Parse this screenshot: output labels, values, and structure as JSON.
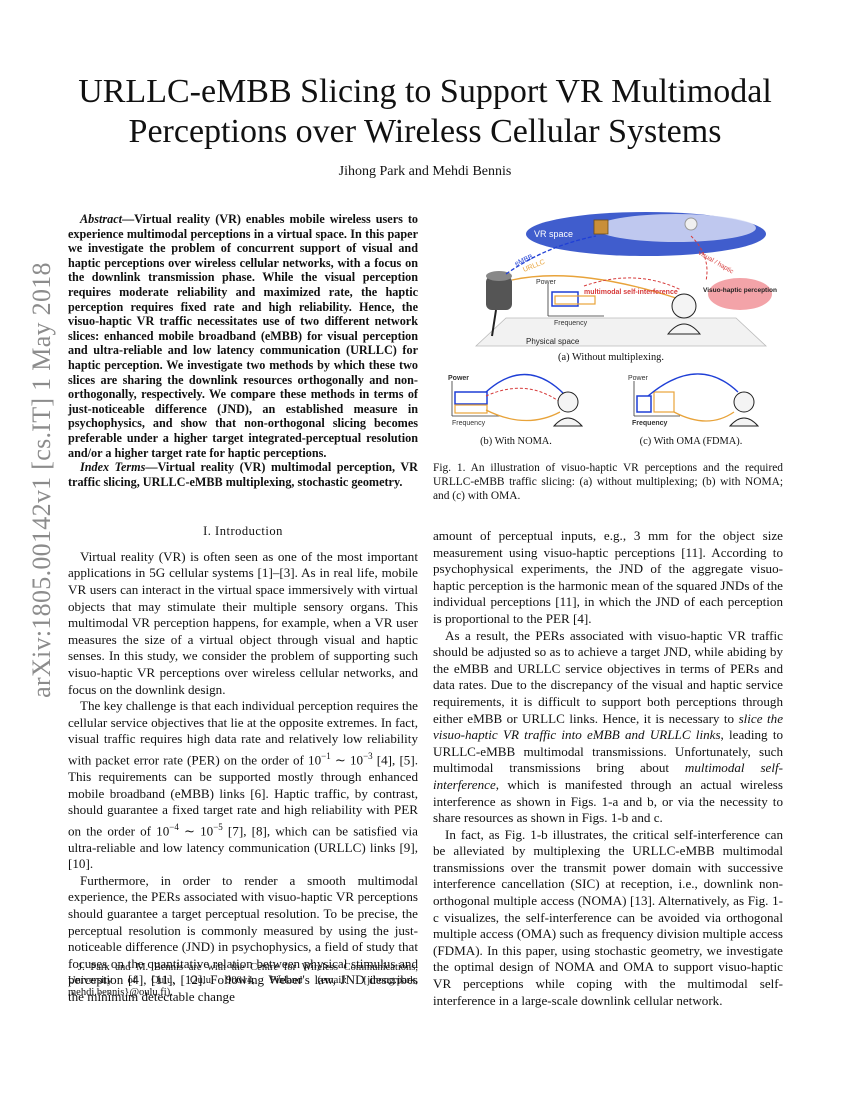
{
  "arxiv_id": "arXiv:1805.00142v1  [cs.IT]  1 May 2018",
  "title": "URLLC-eMBB Slicing to Support VR Multimodal Perceptions over Wireless Cellular Systems",
  "authors": "Jihong Park and Mehdi Bennis",
  "abstract": {
    "label": "Abstract",
    "text": "—Virtual reality (VR) enables mobile wireless users to experience multimodal perceptions in a virtual space. In this paper we investigate the problem of concurrent support of visual and haptic perceptions over wireless cellular networks, with a focus on the downlink transmission phase. While the visual perception requires moderate reliability and maximized rate, the haptic perception requires fixed rate and high reliability. Hence, the visuo-haptic VR traffic necessitates use of two different network slices: enhanced mobile broadband (eMBB) for visual perception and ultra-reliable and low latency communication (URLLC) for haptic perception. We investigate two methods by which these two slices are sharing the downlink resources orthogonally and non-orthogonally, respectively. We compare these methods in terms of just-noticeable difference (JND), an established measure in psychophysics, and show that non-orthogonal slicing becomes preferable under a higher target integrated-perceptual resolution and/or a higher target rate for haptic perceptions."
  },
  "index_terms": {
    "label": "Index Terms",
    "text": "—Virtual reality (VR) multimodal perception, VR traffic slicing, URLLC-eMBB multiplexing, stochastic geometry."
  },
  "section1": {
    "heading": "I. Introduction",
    "p1": "Virtual reality (VR) is often seen as one of the most important applications in 5G cellular systems [1]–[3]. As in real life, mobile VR users can interact in the virtual space immersively with virtual objects that may stimulate their multiple sensory organs. This multimodal VR perception happens, for example, when a VR user measures the size of a virtual object through visual and haptic senses. In this study, we consider the problem of supporting such visuo-haptic VR perceptions over wireless cellular networks, and focus on the downlink design.",
    "p2a": "The key challenge is that each individual perception requires the cellular service objectives that lie at the opposite extremes. In fact, visual traffic requires high data rate and relatively low reliability with packet error rate (PER) on the order of 10",
    "p2_exp1": "−1",
    "p2_sim1": " ∼ 10",
    "p2_exp2": "−3",
    "p2b": " [4], [5]. This requirements can be supported mostly through enhanced mobile broadband (eMBB) links [6]. Haptic traffic, by contrast, should guarantee a fixed target rate and high reliability with PER on the order of 10",
    "p2_exp3": "−4",
    "p2_sim2": " ∼ 10",
    "p2_exp4": "−5",
    "p2c": " [7], [8], which can be satisfied via ultra-reliable and low latency communication (URLLC) links [9], [10].",
    "p3": "Furthermore, in order to render a smooth multimodal experience, the PERs associated with visuo-haptic VR perceptions should guarantee a target perceptual resolution. To be precise, the perceptual resolution is commonly measured by using the just-noticeable difference (JND) in psychophysics, a field of study that focuses on the quantitative relation between physical stimulus and perception [4], [11], [12]. Following Weber's law, JND describes the minimum detectable change"
  },
  "footnote": "J. Park and M. Bennis are with the Centre for Wireless Communications, University of Oulu, Oulu 90014, Finland (email: {jihong.park, mehdi.bennis}@oulu.fi).",
  "right": {
    "p1": "amount of perceptual inputs, e.g., 3 mm for the object size measurement using visuo-haptic perceptions [11]. According to psychophysical experiments, the JND of the aggregate visuo-haptic perception is the harmonic mean of the squared JNDs of the individual perceptions [11], in which the JND of each perception is proportional to the PER [4].",
    "p2a": "As a result, the PERs associated with visuo-haptic VR traffic should be adjusted so as to achieve a target JND, while abiding by the eMBB and URLLC service objectives in terms of PERs and data rates. Due to the discrepancy of the visual and haptic service requirements, it is difficult to support both perceptions through either eMBB or URLLC links. Hence, it is necessary to ",
    "p2_em1": "slice the visuo-haptic VR traffic into eMBB and URLLC links",
    "p2b": ", leading to URLLC-eMBB multimodal transmissions. Unfortunately, such multimodal transmissions bring about ",
    "p2_em2": "multimodal self-interference",
    "p2c": ", which is manifested through an actual wireless interference as shown in Figs. 1-a and b, or via the necessity to share resources as shown in Figs. 1-b and c.",
    "p3": "In fact, as Fig. 1-b illustrates, the critical self-interference can be alleviated by multiplexing the URLLC-eMBB multimodal transmissions over the transmit power domain with successive interference cancellation (SIC) at reception, i.e., downlink non-orthogonal multiple access (NOMA) [13]. Alternatively, as Fig. 1-c visualizes, the self-interference can be avoided via orthogonal multiple access (OMA) such as frequency division multiple access (FDMA). In this paper, using stochastic geometry, we investigate the optimal design of NOMA and OMA to support visuo-haptic VR perceptions while coping with the multimodal self-interference in a large-scale downlink cellular network."
  },
  "figure": {
    "vr_space": "VR space",
    "embb": "eMBB",
    "urllc": "URLLC",
    "visual_haptic": "visual / haptic",
    "power": "Power",
    "frequency": "Frequency",
    "self_interference": "multimodal self-interference",
    "visuo_haptic_perception": "Visuo-haptic perception",
    "physical_space": "Physical space",
    "sub_a": "(a) Without multiplexing.",
    "sub_b": "(b) With NOMA.",
    "sub_c": "(c) With OMA (FDMA).",
    "colors": {
      "embb": "#1f3fd6",
      "urllc": "#e8a33a",
      "interference": "#d63a3a",
      "vr_space": "#2b4bc8",
      "perception": "#f3a3a8"
    }
  },
  "caption": "Fig. 1.  An illustration of visuo-haptic VR perceptions and the required URLLC-eMBB traffic slicing: (a) without multiplexing; (b) with NOMA; and (c) with OMA."
}
